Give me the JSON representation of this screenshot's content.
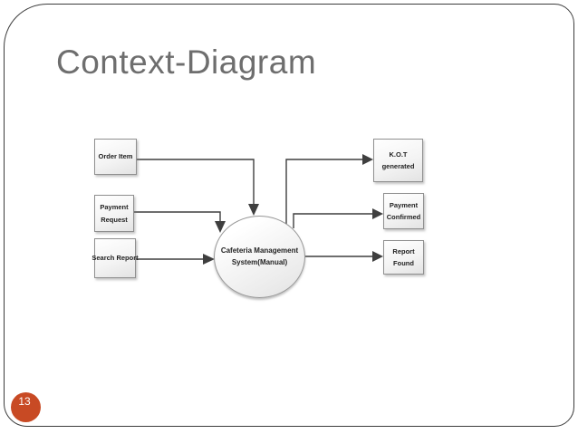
{
  "slide": {
    "title": "Context-Diagram",
    "page_number": "13"
  },
  "colors": {
    "accent": "#c84a24",
    "title_text": "#6e6e6e",
    "connector": "#3f3f3f",
    "shape_border": "#8f8f8f"
  },
  "diagram": {
    "process": {
      "name": "cafeteria-management-system",
      "lines": [
        "Cafeteria Management",
        "System(Manual)"
      ]
    },
    "inputs": [
      {
        "name": "order-item",
        "lines": [
          "Order Item"
        ]
      },
      {
        "name": "payment-request",
        "lines": [
          "Payment",
          "Request"
        ]
      },
      {
        "name": "search-report",
        "lines": [
          "Search Report"
        ]
      }
    ],
    "outputs": [
      {
        "name": "kot-generated",
        "lines": [
          "K.O.T",
          "generated"
        ]
      },
      {
        "name": "payment-confirmed",
        "lines": [
          "Payment",
          "Confirmed"
        ]
      },
      {
        "name": "report-found",
        "lines": [
          "Report",
          "Found"
        ]
      }
    ]
  }
}
